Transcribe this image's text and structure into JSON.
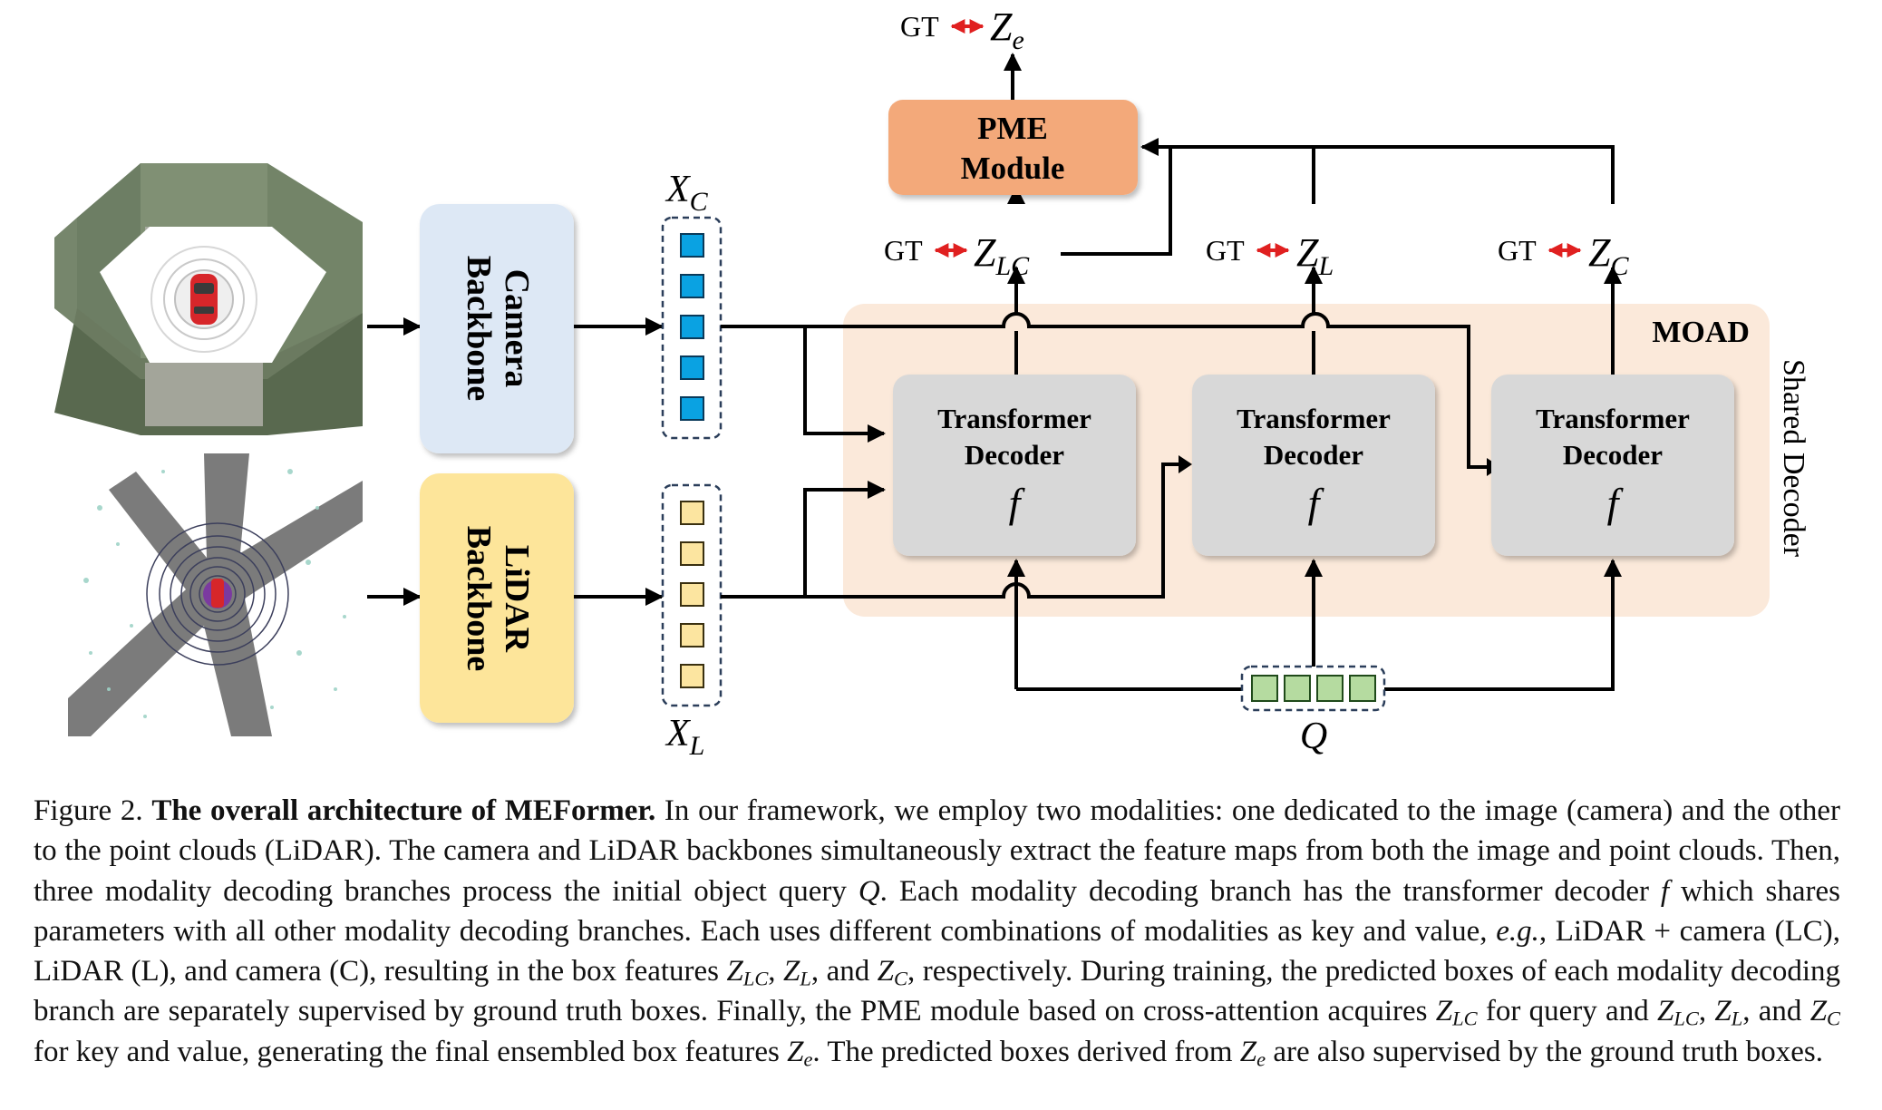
{
  "figure": {
    "backbones": {
      "camera": {
        "line1": "Camera",
        "line2": "Backbone"
      },
      "lidar": {
        "line1": "LiDAR",
        "line2": "Backbone"
      }
    },
    "features": {
      "xc": {
        "base": "X",
        "sub": "C"
      },
      "xl": {
        "base": "X",
        "sub": "L"
      },
      "q": "Q"
    },
    "pme": {
      "line1": "PME",
      "line2": "Module"
    },
    "moad": {
      "title": "MOAD",
      "side_label": "Shared Decoder"
    },
    "decoder": {
      "line1": "Transformer",
      "line2": "Decoder",
      "func": "f"
    },
    "outputs": {
      "gt": "GT",
      "ze": {
        "base": "Z",
        "sub": "e"
      },
      "zlc": {
        "base": "Z",
        "sub": "LC"
      },
      "zl": {
        "base": "Z",
        "sub": "L"
      },
      "zc": {
        "base": "Z",
        "sub": "C"
      }
    },
    "colors": {
      "camera_box": "#dde8f5",
      "lidar_box": "#fde59a",
      "pme_box": "#f3a97a",
      "moad_region": "#fbe9da",
      "decoder_box": "#d8d8d8",
      "token_camera": "#0aa2e2",
      "token_lidar": "#fce5a0",
      "token_query": "#b5dba0",
      "gt_arrow": "#e02020"
    }
  },
  "caption": {
    "label": "Figure 2.",
    "bold_title": "The overall architecture of MEFormer.",
    "t1": " In our framework, we employ two modalities: one dedicated to the image (camera) and the other to the point clouds (LiDAR). The camera and LiDAR backbones simultaneously extract the feature maps from both the image and point clouds.  Then, three modality decoding branches process the initial object query ",
    "q": "Q",
    "t2": ".  Each modality decoding branch has the transformer decoder ",
    "f": "f",
    "t3": " which shares parameters with all other modality decoding branches. Each uses different combinations of modalities as key and value, ",
    "eg": "e.g.",
    "t4": ", LiDAR + camera (LC), LiDAR (L), and camera (C), resulting in the box features ",
    "z": "Z",
    "lc": "LC",
    "sep1": ", ",
    "l": "L",
    "and1": ", and ",
    "c": "C",
    "t5": ", respectively. During training, the predicted boxes of each modality decoding branch are separately supervised by ground truth boxes. Finally, the PME module based on cross-attention acquires ",
    "t6": " for query and ",
    "t7": " for key and value, generating the final ensembled box features ",
    "e": "e",
    "t8": ". The predicted boxes derived from ",
    "t9": " are also supervised by the ground truth boxes."
  }
}
